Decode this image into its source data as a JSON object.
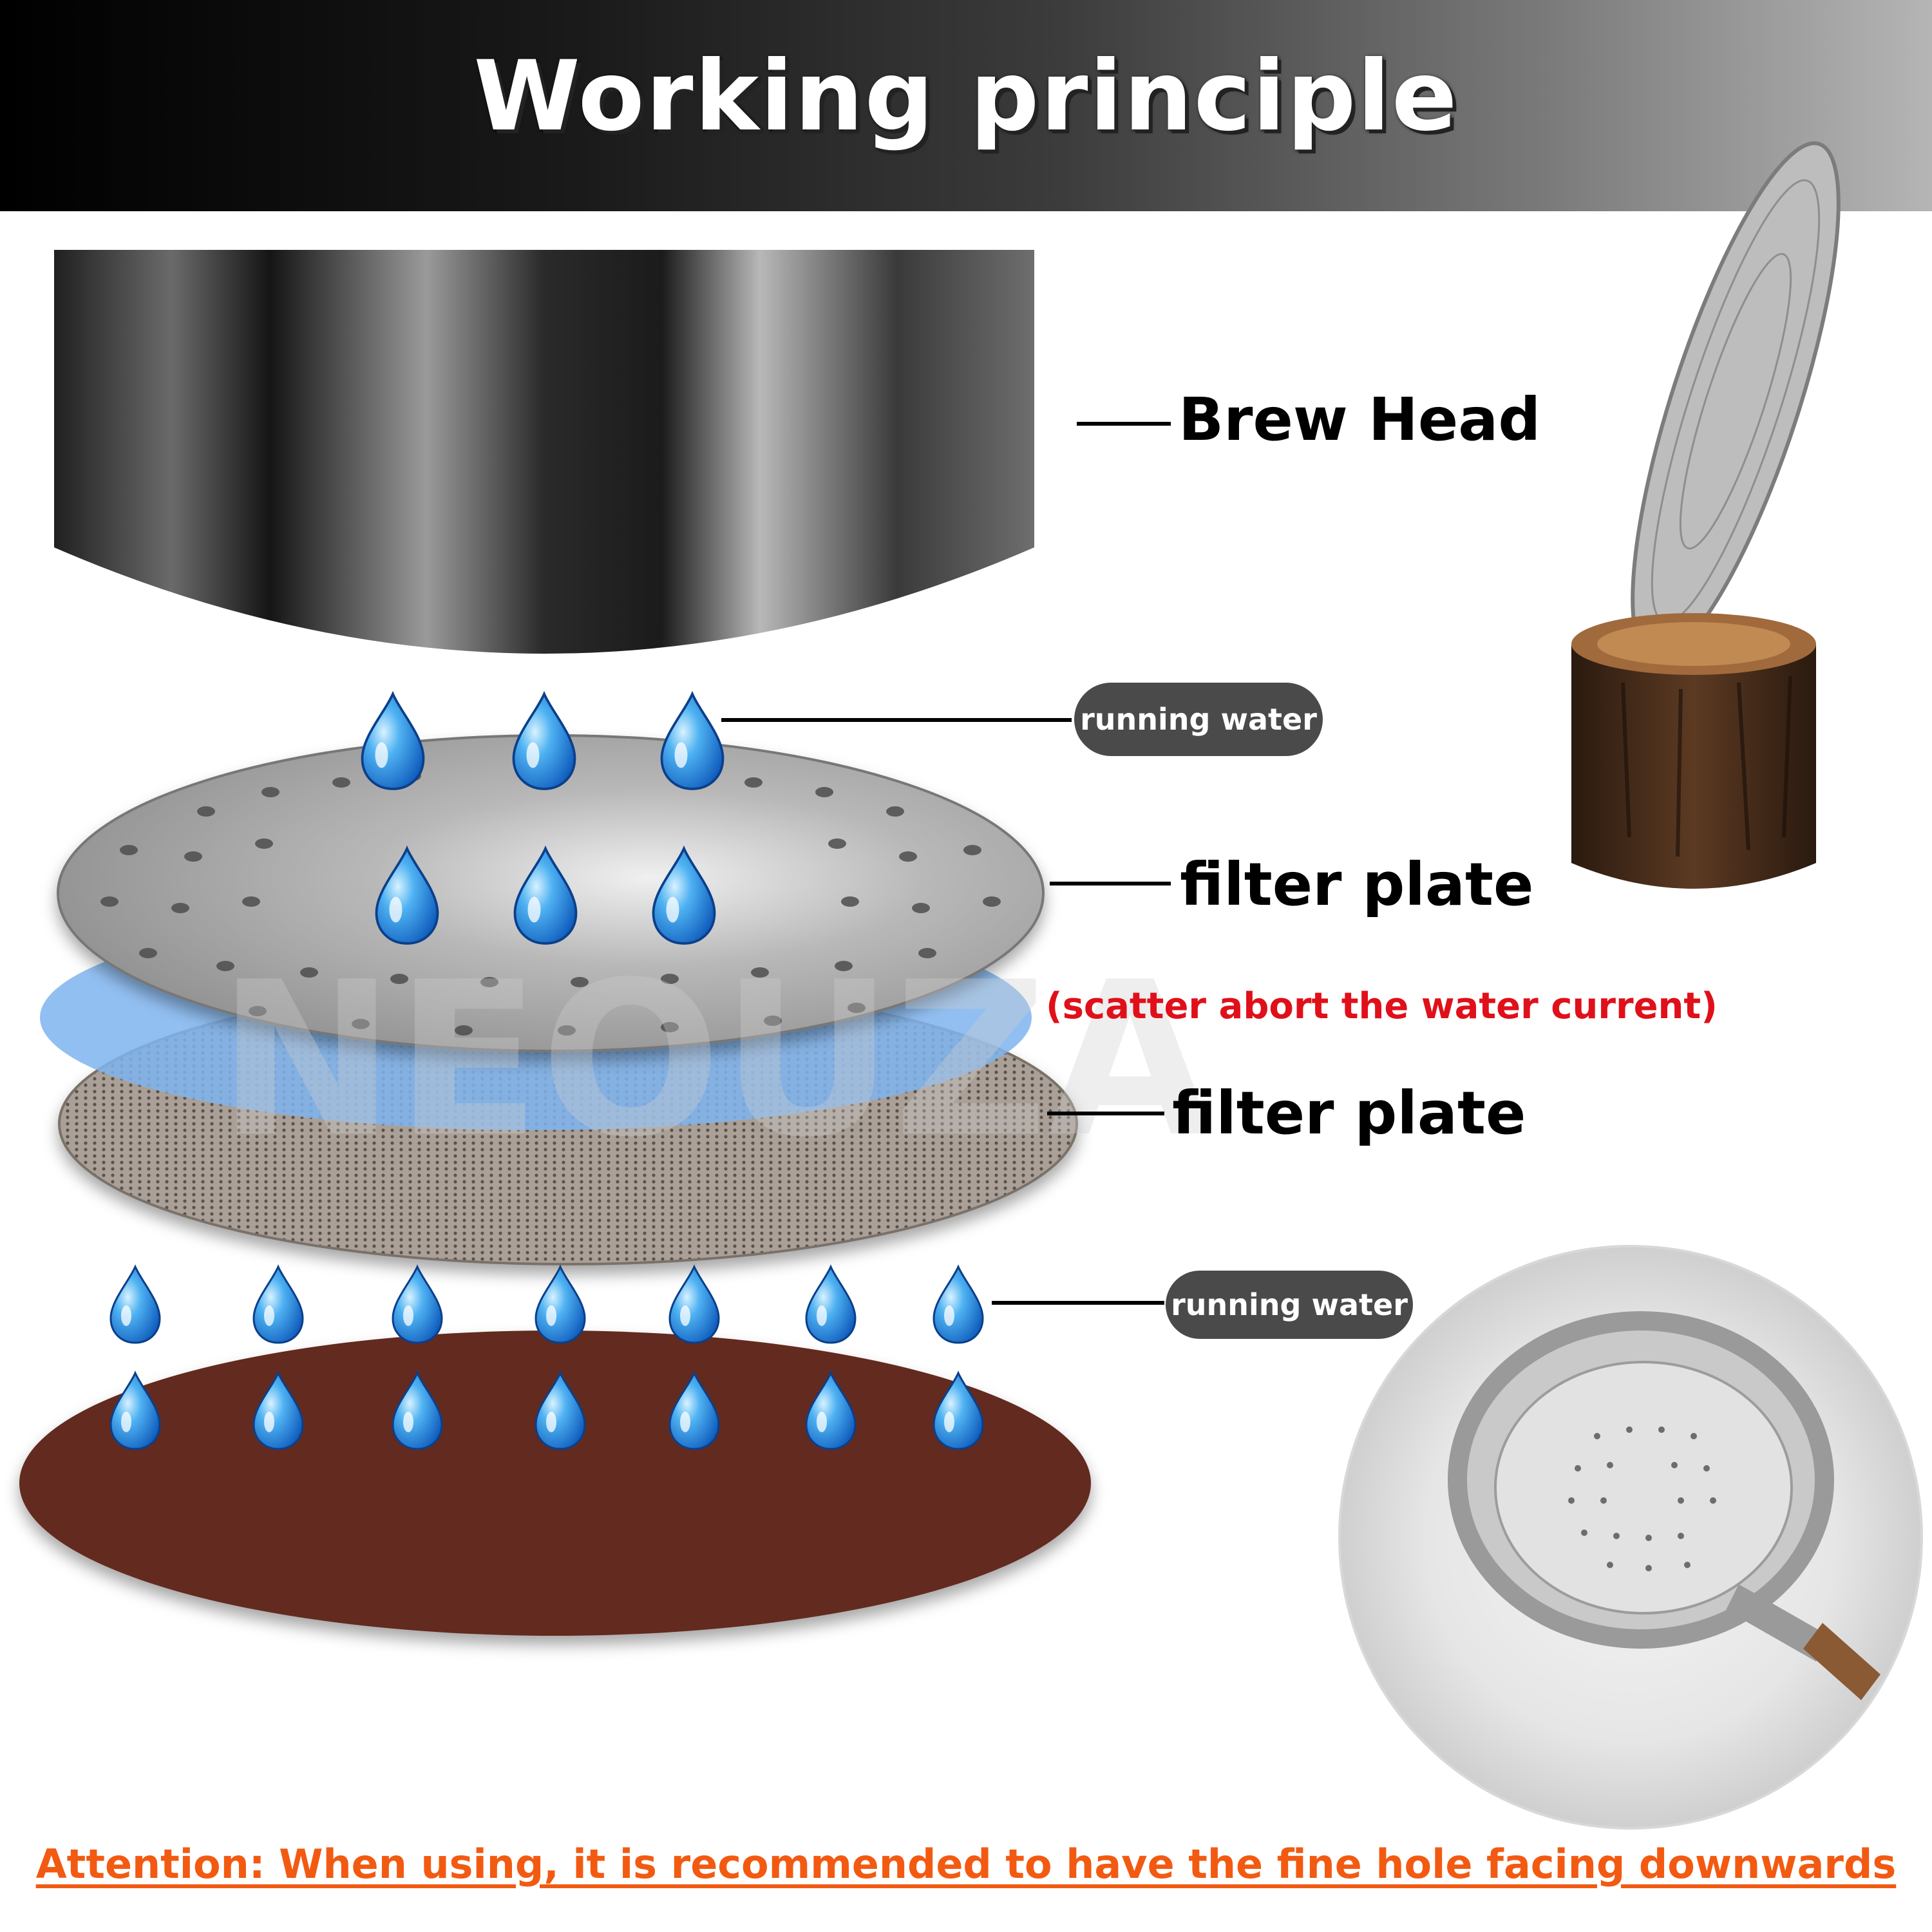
{
  "title": "Working principle",
  "labels": {
    "brew_head": "Brew Head",
    "filter_plate_top": "filter plate",
    "scatter_note": "(scatter abort the water current)",
    "filter_plate_bottom": "filter plate",
    "running_water_top": "running water",
    "running_water_bottom": "running water"
  },
  "watermark": "NEOUZA",
  "attention": "Attention: When using, it is recommended to have the fine hole facing downwards",
  "colors": {
    "water": "#1e90e8",
    "header_dark": "#000000",
    "note_red": "#e0101a",
    "attention_orange": "#f25a12",
    "puck_brown": "#6b2e22"
  },
  "icons": [
    "water-drop-icon"
  ]
}
